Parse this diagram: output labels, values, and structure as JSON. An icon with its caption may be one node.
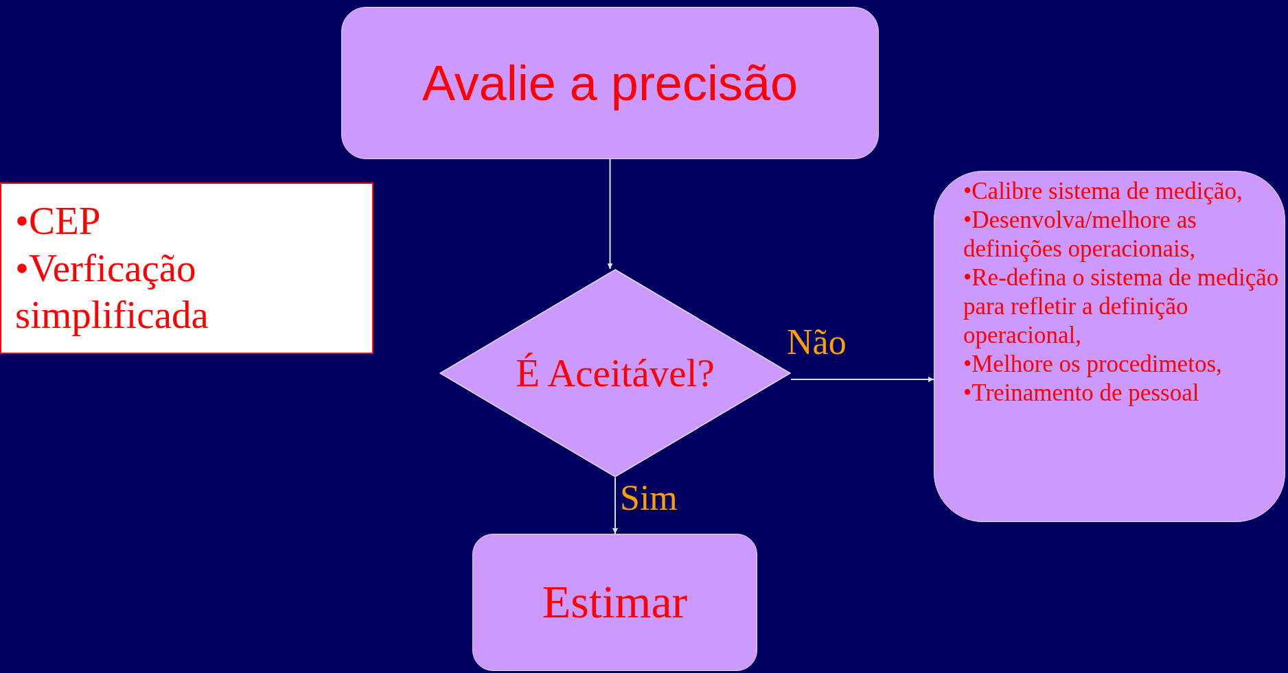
{
  "diagram": {
    "nodes": [
      {
        "text": [
          "Avalie a precisão"
        ]
      },
      {
        "text": [
          "•CEP",
          "•Verficação simplificada"
        ]
      },
      {
        "text": [
          "É Aceitável?"
        ]
      },
      {
        "text": [
          "•Calibre sistema de medição,",
          "•Desenvolva/melhore as definições operacionais,",
          "•Re-defina o sistema de medição para refletir a definição  operacional,",
          "•Melhore os procedimetos,",
          "•Treinamento de pessoal"
        ]
      },
      {
        "text": [
          "Estimar"
        ]
      }
    ],
    "edges": [
      {
        "from": 0,
        "to": 2,
        "arrow": "to"
      },
      {
        "from": 2,
        "to": 3,
        "arrow": "to",
        "label": "Não"
      },
      {
        "from": 2,
        "to": 4,
        "arrow": "to",
        "label": "Sim"
      }
    ]
  }
}
